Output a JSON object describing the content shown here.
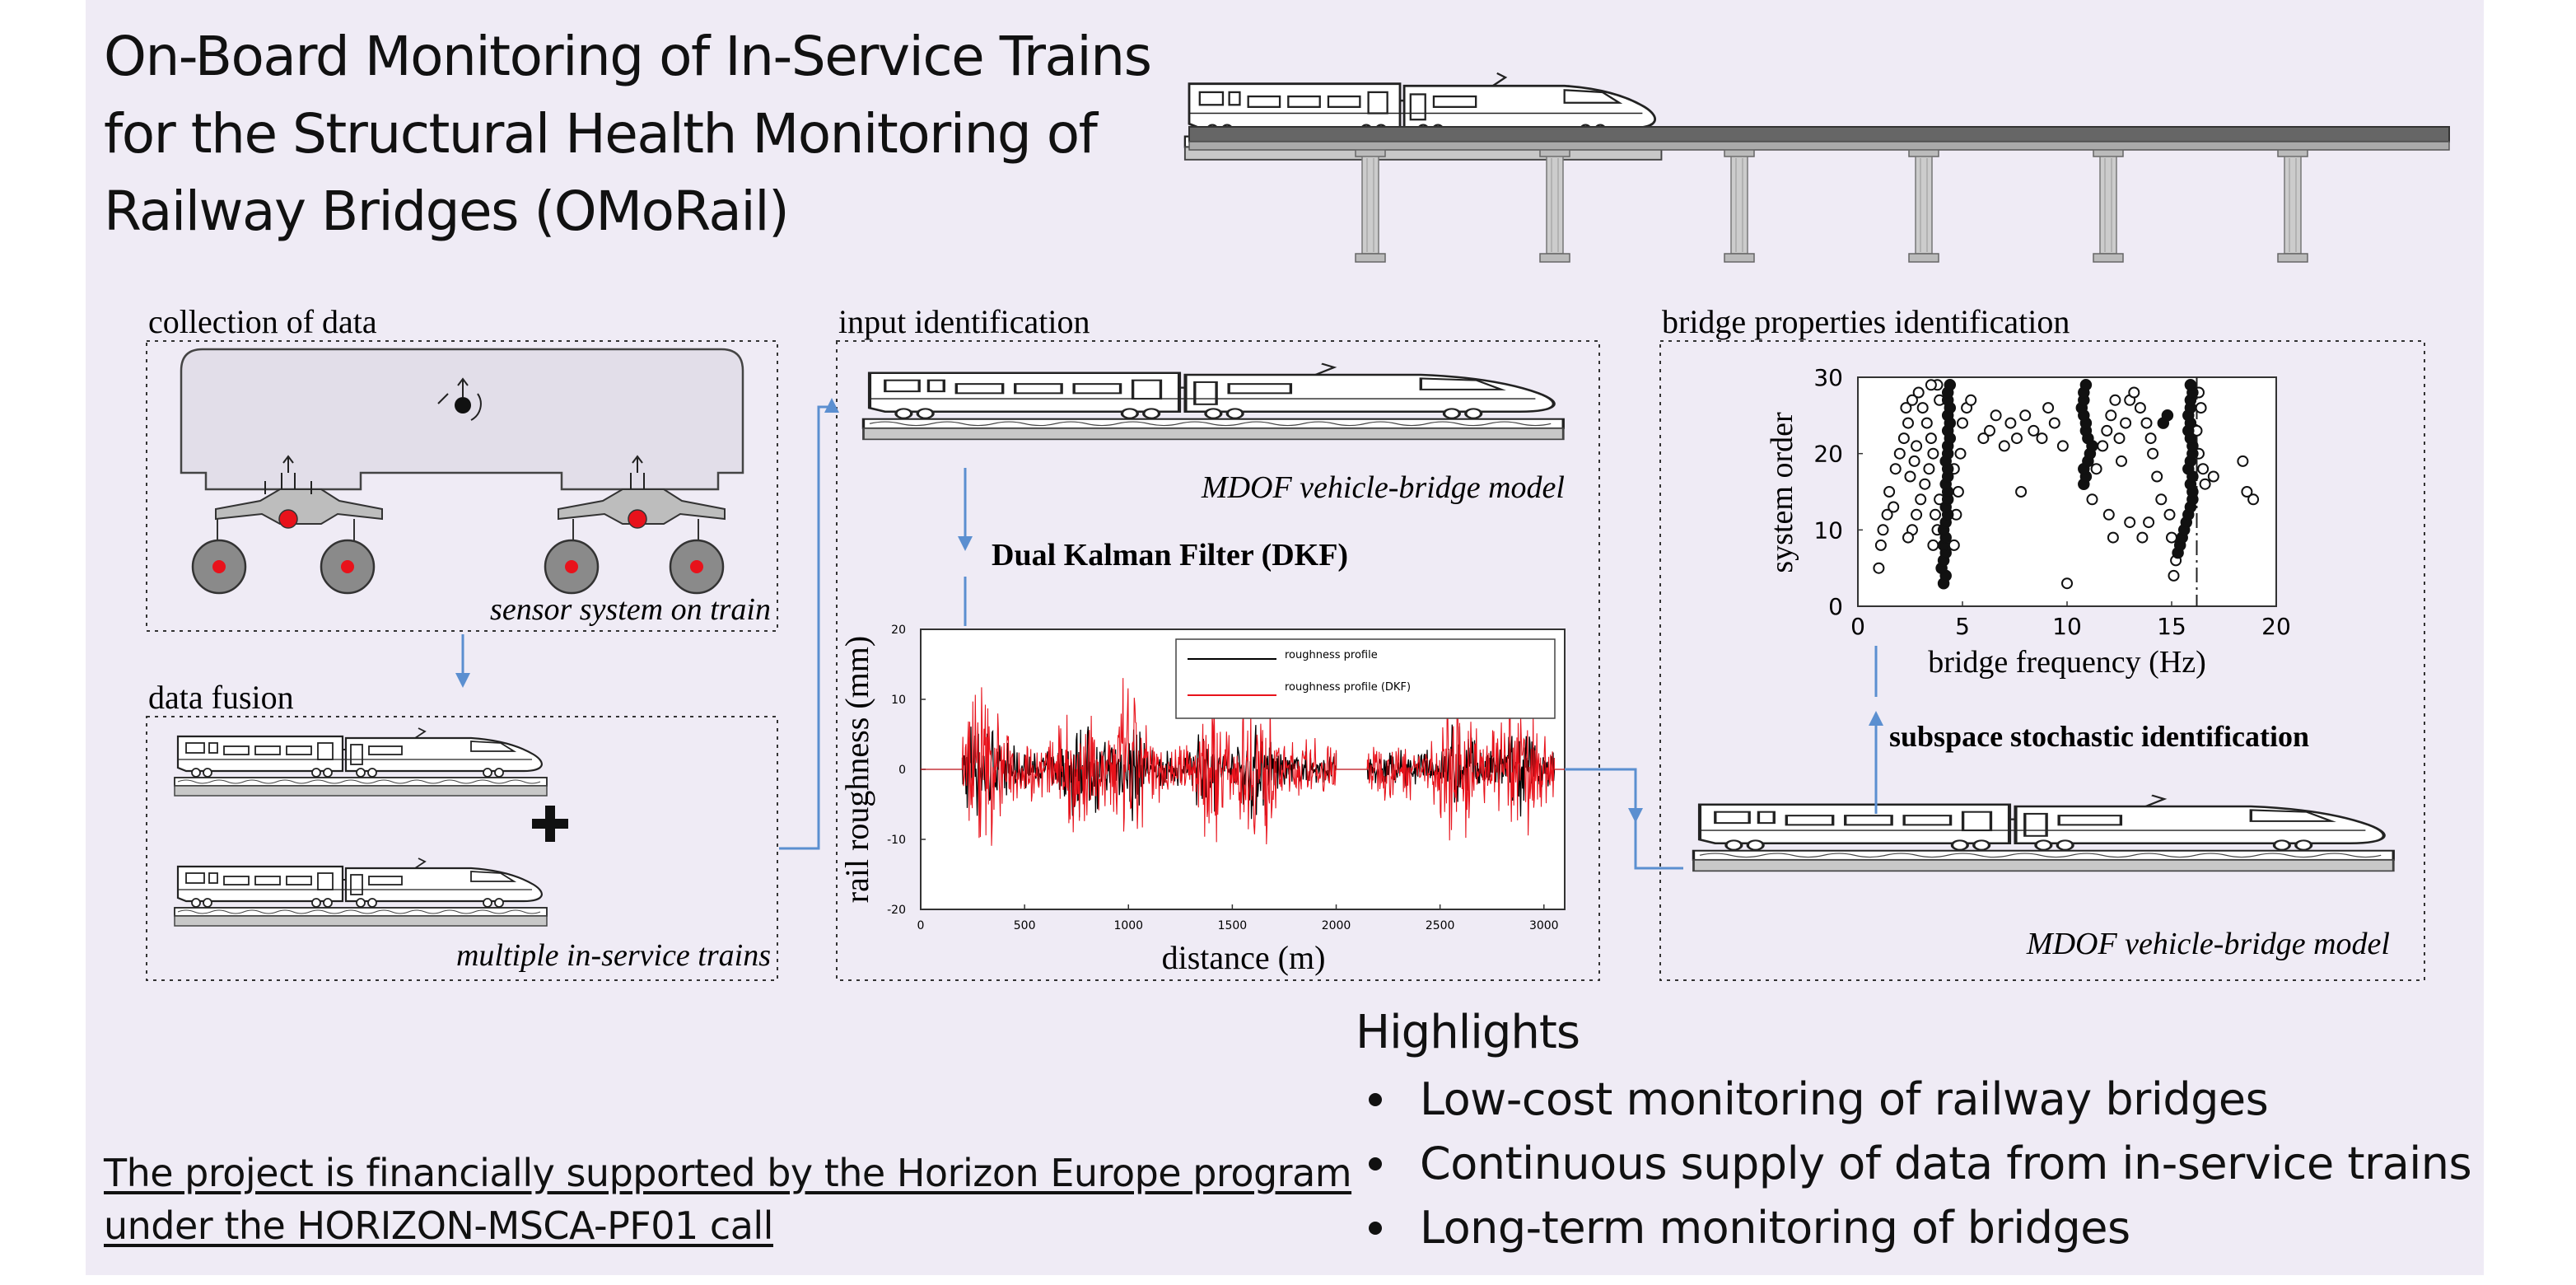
{
  "title": {
    "line1": "On-Board Monitoring of In-Service Trains",
    "line2": "for the Structural Health Monitoring of",
    "line3": "Railway Bridges (OMoRail)"
  },
  "sections": {
    "collection": "collection of data",
    "sensor_caption": "sensor system on train",
    "fusion": "data fusion",
    "fusion_caption": "multiple in-service trains",
    "input": "input identification",
    "input_model_caption": "MDOF vehicle-bridge model",
    "dkf": "Dual Kalman Filter (DKF)",
    "bridge": "bridge properties identification",
    "ssi": "subspace stochastic identification",
    "bridge_model_caption": "MDOF vehicle-bridge model"
  },
  "colors": {
    "arrow": "#5b8fd0",
    "sensor": "#e8121b",
    "wheel": "#8a8a8a",
    "dkf_line": "#e8121b"
  },
  "highlights": {
    "heading": "Highlights",
    "items": [
      "Low-cost monitoring of railway bridges",
      "Continuous supply of data from in-service trains",
      "Long-term monitoring of bridges"
    ]
  },
  "funding": {
    "line1": "The project is financially supported by the Horizon Europe program",
    "line2": "under the HORIZON-MSCA-PF01 call"
  },
  "chart_data": [
    {
      "type": "line",
      "xlabel": "distance (m)",
      "ylabel": "rail roughness (mm)",
      "xlim": [
        0,
        3100
      ],
      "ylim": [
        -20,
        20
      ],
      "xticks": [
        0,
        500,
        1000,
        1500,
        2000,
        2500,
        3000
      ],
      "yticks": [
        20,
        10,
        0,
        -10,
        -20
      ],
      "legend_position": "top-right",
      "series": [
        {
          "name": "roughness profile",
          "color": "#000000",
          "segments": [
            [
              200,
              2000
            ],
            [
              2150,
              3050
            ]
          ],
          "peak": 8
        },
        {
          "name": "roughness profile (DKF)",
          "color": "#e8121b",
          "segments": [
            [
              200,
              2000
            ],
            [
              2150,
              3050
            ]
          ],
          "peak": 14
        }
      ]
    },
    {
      "type": "scatter",
      "xlabel": "bridge frequency (Hz)",
      "ylabel": "system order",
      "xlim": [
        0,
        20
      ],
      "ylim": [
        0,
        30
      ],
      "xticks": [
        0,
        5,
        10,
        15,
        20
      ],
      "yticks": [
        0,
        10,
        20,
        30
      ],
      "reference_line_x": 16.2,
      "points_filled": [
        [
          4.1,
          3
        ],
        [
          4.2,
          4
        ],
        [
          4.0,
          5
        ],
        [
          4.1,
          6
        ],
        [
          4.2,
          7
        ],
        [
          4.1,
          8
        ],
        [
          4.2,
          9
        ],
        [
          4.1,
          10
        ],
        [
          4.2,
          11
        ],
        [
          4.3,
          12
        ],
        [
          4.2,
          13
        ],
        [
          4.3,
          14
        ],
        [
          4.3,
          15
        ],
        [
          4.2,
          16
        ],
        [
          4.3,
          17
        ],
        [
          4.3,
          18
        ],
        [
          4.2,
          19
        ],
        [
          4.3,
          20
        ],
        [
          4.3,
          21
        ],
        [
          4.4,
          22
        ],
        [
          4.3,
          23
        ],
        [
          4.4,
          24
        ],
        [
          4.3,
          25
        ],
        [
          4.4,
          26
        ],
        [
          4.3,
          27
        ],
        [
          4.3,
          28
        ],
        [
          4.4,
          29
        ],
        [
          10.8,
          16
        ],
        [
          10.9,
          17
        ],
        [
          10.8,
          18
        ],
        [
          11.0,
          19
        ],
        [
          11.1,
          20
        ],
        [
          11.2,
          21
        ],
        [
          11.0,
          22
        ],
        [
          10.9,
          23
        ],
        [
          10.9,
          24
        ],
        [
          10.8,
          25
        ],
        [
          10.7,
          26
        ],
        [
          10.8,
          27
        ],
        [
          10.8,
          28
        ],
        [
          10.9,
          29
        ],
        [
          15.3,
          7
        ],
        [
          15.4,
          8
        ],
        [
          15.5,
          9
        ],
        [
          15.6,
          10
        ],
        [
          15.7,
          11
        ],
        [
          15.8,
          12
        ],
        [
          15.9,
          13
        ],
        [
          16.0,
          14
        ],
        [
          16.0,
          15
        ],
        [
          15.9,
          16
        ],
        [
          16.0,
          17
        ],
        [
          15.8,
          18
        ],
        [
          15.9,
          19
        ],
        [
          16.0,
          20
        ],
        [
          16.0,
          21
        ],
        [
          15.9,
          22
        ],
        [
          15.8,
          23
        ],
        [
          15.9,
          24
        ],
        [
          15.8,
          25
        ],
        [
          15.9,
          26
        ],
        [
          15.9,
          27
        ],
        [
          16.0,
          28
        ],
        [
          15.9,
          29
        ],
        [
          14.6,
          24
        ],
        [
          14.8,
          25
        ]
      ],
      "points_open": [
        [
          1.0,
          5
        ],
        [
          1.1,
          8
        ],
        [
          1.2,
          10
        ],
        [
          1.4,
          12
        ],
        [
          1.5,
          15
        ],
        [
          1.7,
          13
        ],
        [
          1.8,
          18
        ],
        [
          2.0,
          20
        ],
        [
          2.2,
          22
        ],
        [
          2.4,
          24
        ],
        [
          2.5,
          17
        ],
        [
          2.7,
          19
        ],
        [
          2.8,
          21
        ],
        [
          2.3,
          26
        ],
        [
          2.6,
          27
        ],
        [
          2.9,
          28
        ],
        [
          3.1,
          26
        ],
        [
          3.3,
          24
        ],
        [
          3.5,
          22
        ],
        [
          3.6,
          20
        ],
        [
          3.4,
          18
        ],
        [
          3.2,
          16
        ],
        [
          3.0,
          14
        ],
        [
          2.8,
          12
        ],
        [
          2.6,
          10
        ],
        [
          2.4,
          9
        ],
        [
          3.6,
          8
        ],
        [
          3.8,
          10
        ],
        [
          3.7,
          12
        ],
        [
          3.9,
          14
        ],
        [
          3.9,
          27
        ],
        [
          3.8,
          29
        ],
        [
          3.5,
          29
        ],
        [
          4.6,
          8
        ],
        [
          4.7,
          12
        ],
        [
          4.8,
          15
        ],
        [
          4.6,
          18
        ],
        [
          4.9,
          20
        ],
        [
          5.0,
          24
        ],
        [
          5.2,
          26
        ],
        [
          5.4,
          27
        ],
        [
          6.0,
          22
        ],
        [
          6.3,
          23
        ],
        [
          6.6,
          25
        ],
        [
          7.0,
          21
        ],
        [
          7.3,
          24
        ],
        [
          7.6,
          22
        ],
        [
          8.0,
          25
        ],
        [
          8.4,
          23
        ],
        [
          7.8,
          15
        ],
        [
          8.8,
          22
        ],
        [
          9.1,
          26
        ],
        [
          9.4,
          24
        ],
        [
          9.8,
          21
        ],
        [
          10.0,
          3
        ],
        [
          11.2,
          14
        ],
        [
          11.4,
          18
        ],
        [
          11.7,
          21
        ],
        [
          11.9,
          23
        ],
        [
          12.1,
          25
        ],
        [
          12.3,
          27
        ],
        [
          12.5,
          22
        ],
        [
          12.6,
          19
        ],
        [
          12.8,
          24
        ],
        [
          13.0,
          27
        ],
        [
          13.2,
          28
        ],
        [
          13.5,
          26
        ],
        [
          13.8,
          24
        ],
        [
          14.0,
          22
        ],
        [
          14.1,
          20
        ],
        [
          14.3,
          17
        ],
        [
          14.5,
          14
        ],
        [
          13.9,
          11
        ],
        [
          13.6,
          9
        ],
        [
          13.0,
          11
        ],
        [
          12.2,
          9
        ],
        [
          12.0,
          12
        ],
        [
          14.9,
          12
        ],
        [
          15.0,
          9
        ],
        [
          15.2,
          6
        ],
        [
          15.1,
          4
        ],
        [
          16.6,
          16
        ],
        [
          16.5,
          18
        ],
        [
          16.3,
          20
        ],
        [
          16.2,
          23
        ],
        [
          16.4,
          26
        ],
        [
          16.3,
          28
        ],
        [
          17.0,
          17
        ],
        [
          18.6,
          15
        ],
        [
          18.4,
          19
        ],
        [
          18.9,
          14
        ]
      ]
    }
  ]
}
